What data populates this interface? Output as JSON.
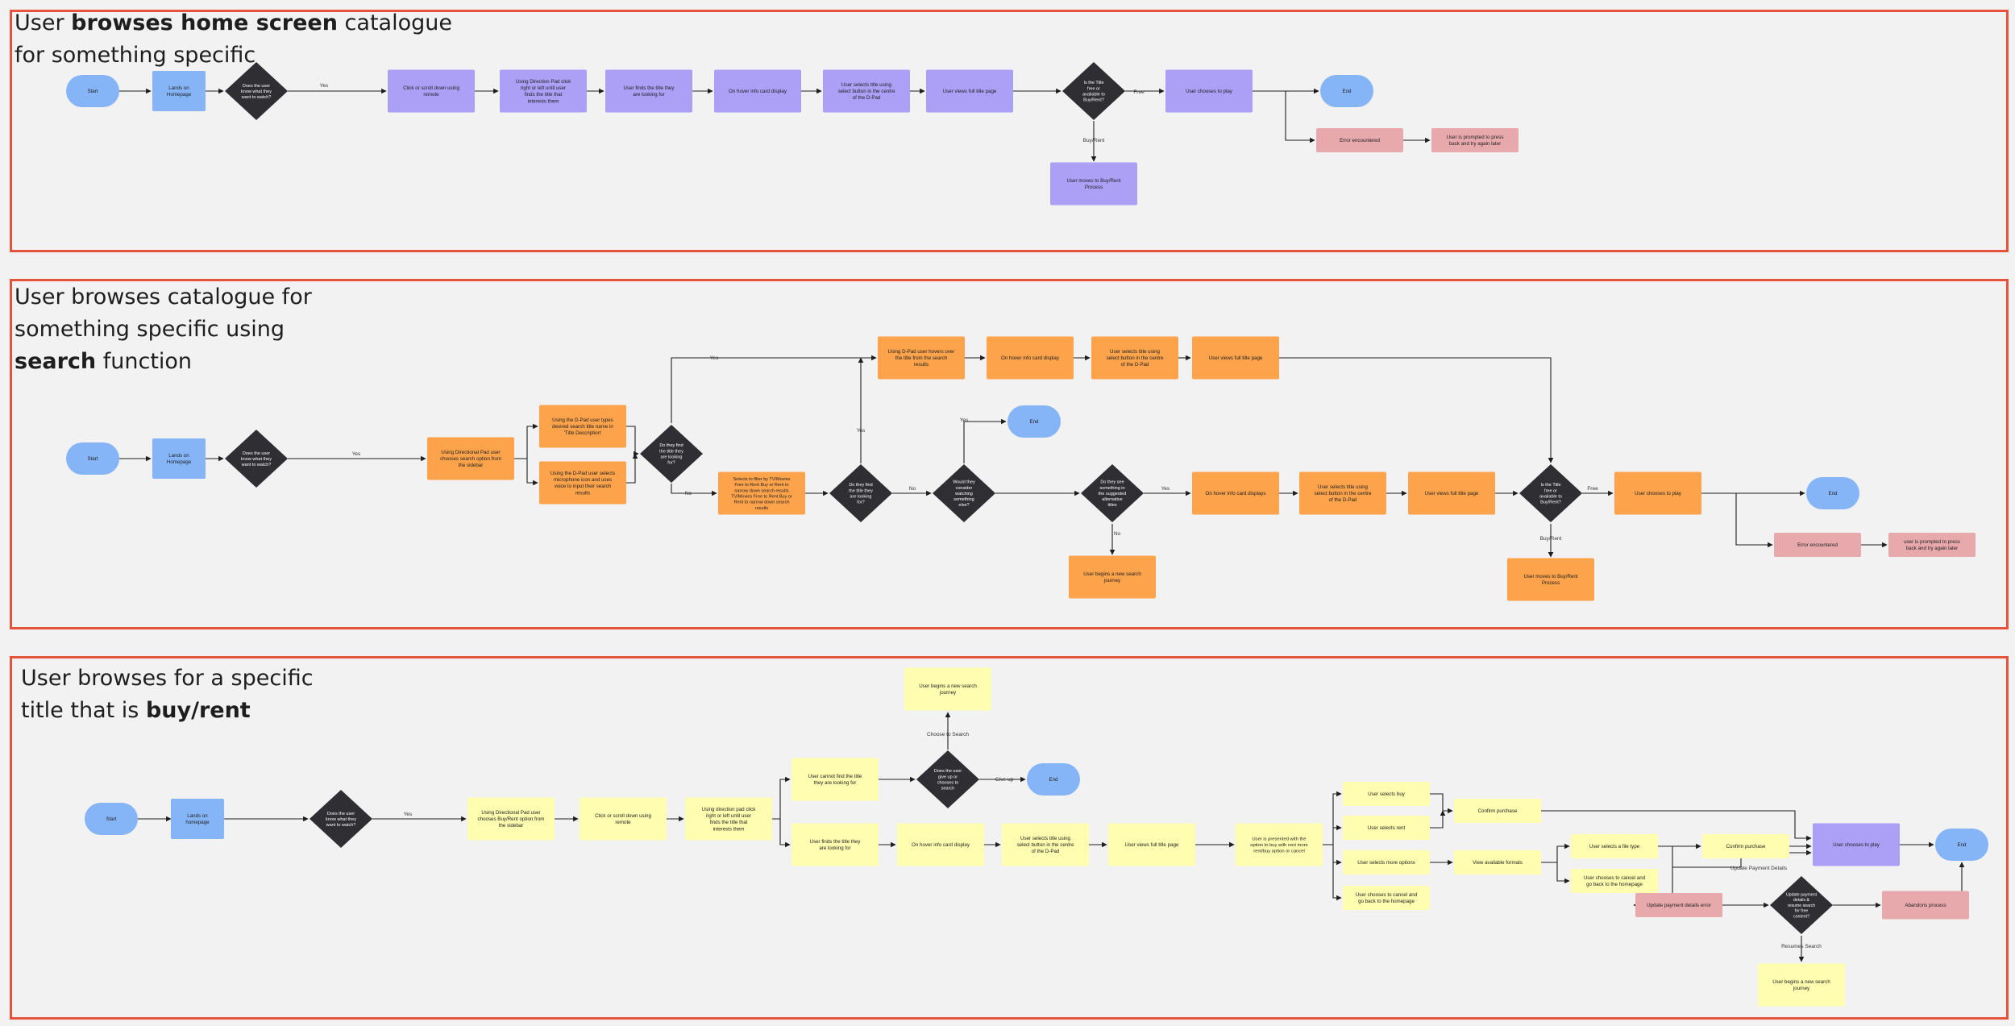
{
  "colors": {
    "frame": "#e5533d",
    "background": "#f2f2f2",
    "terminator": "#85b5f7",
    "decision": "#2e2e33",
    "purple": "#ab9ff6",
    "orange": "#fca34c",
    "yellow": "#fefdb0",
    "pink": "#e8a9ad",
    "blue_box": "#85b5f7",
    "connector": "#1e1e1e"
  },
  "sections": [
    {
      "title_lines": [
        [
          {
            "text": "User ",
            "bold": false
          },
          {
            "text": "browses home screen",
            "bold": true
          },
          {
            "text": " catalogue",
            "bold": false
          }
        ],
        [
          {
            "text": "for something specific",
            "bold": false
          }
        ]
      ]
    },
    {
      "title_lines": [
        [
          {
            "text": "User browses catalogue for",
            "bold": false
          }
        ],
        [
          {
            "text": "something specific using",
            "bold": false
          }
        ],
        [
          {
            "text": "search",
            "bold": true
          },
          {
            "text": " function",
            "bold": false
          }
        ]
      ]
    },
    {
      "title_lines": [
        [
          {
            "text": "User browses for a specific",
            "bold": false
          }
        ],
        [
          {
            "text": "title that is ",
            "bold": false
          },
          {
            "text": "buy/rent",
            "bold": true
          }
        ]
      ]
    }
  ],
  "flow1": {
    "start": "Start",
    "homepage": "Lands on Homepage",
    "q_know": "Does the user know what they want to watch?",
    "edge_yes": "Yes",
    "scroll": "Click or scroll down using remote",
    "direction": "Using Direction Pad click right or left until user finds the title that interests them",
    "finds_title": "User finds the title they are looking for",
    "info_card": "On hover info card display",
    "select_title": "User selects title using select button in the centre of the D-Pad",
    "full_page": "User views full title page",
    "q_free": "Is the Title free or available to Buy/Rent?",
    "edge_free": "Free",
    "edge_buyrent": "Buy/Rent",
    "chooses_play": "User chooses to play",
    "end": "End",
    "error": "Error encountered",
    "retry": "User is prompted to press back and try again later",
    "buy_rent": "User moves to Buy/Rent Process"
  },
  "flow2": {
    "start": "Start",
    "homepage": "Lands on Homepage",
    "q_know": "Does the user know what they want to watch?",
    "edge_yes": "Yes",
    "d_pad_search": "Using Directional Pad user chooses search option from the sidebar",
    "types_name": "Using the D-Pad user types desired search title name in 'Title Description'",
    "mic_search": "Using the D-Pad user selects microphone icon and uses voice to input their search results",
    "q_find": "Do they find the title they are looking for?",
    "edge_yes2": "Yes",
    "edge_no": "No",
    "hovers_results": "Using D-Pad user hovers over the title from the search results",
    "info_card": "On hover info card display",
    "select_title": "User selects title using select button in the centre of the D-Pad",
    "full_page": "User views full title page",
    "end_mid": "End",
    "filter": "Selects to filter by TV/Movies Free to Rent Buy or Rent to narrow down search results TV/Movies Free to Rent Buy or Rent to narrow down search results",
    "q_find2": "Do they find the title they are looking for?",
    "edge_yes3": "Yes",
    "edge_no2": "No",
    "q_consider": "Would they consider watching something else?",
    "edge_yes4": "Yes",
    "q_something": "Do they see something in the suggested alternative titles",
    "edge_yes5": "Yes",
    "edge_no3": "No",
    "new_search": "User begins a new search journey",
    "hover_info": "On hover info card displays",
    "select_title2": "User selects title using select button in the centre of the D-Pad",
    "full_page2": "User views full title page",
    "q_free": "Is the Title free or available to Buy/Rent?",
    "edge_free": "Free",
    "edge_buyrent": "Buy/Rent",
    "chooses_play": "User chooses to play",
    "end": "End",
    "error": "Error encountered",
    "retry": "user is prompted to press back and try again later",
    "buy_rent": "User moves to Buy/Rent Process"
  },
  "flow3": {
    "start": "Start",
    "homepage": "Lands on homepage",
    "q_know": "Does the user know what they want to watch?",
    "edge_yes": "Yes",
    "d_pad": "Using Directional Pad user chooses Buy/Rent option from the sidebar",
    "scroll": "Click or scroll down using remote",
    "direction": "Using direction pad click right or left until user finds the title that interests them",
    "cant_find": "User cannot find the title they are looking for",
    "q_give_up": "Does the user give up or chooses to search",
    "edge_choose": "Choose to Search",
    "edge_give_up": "Give up",
    "new_search_top": "User begins a new search journey",
    "end_top": "End",
    "finds_title": "User finds the title they are looking for",
    "hover_info": "On hover info card display",
    "select_title": "User selects title using select button in the centre of the D-Pad",
    "full_page": "User views full title page",
    "presented": "User is presented with the option to buy with rent more rent/buy option or cancel",
    "selects_buy": "User selects buy",
    "selects_rent": "User selects rent",
    "more_options": "User selects more options",
    "cancel_back": "User chooses to cancel and go back to the homepage",
    "confirm_purchase": "Confirm purchase",
    "view_formats": "View available formats",
    "selects_type": "User selects a file type",
    "cancel_back2": "User chooses to cancel and go back to the homepage",
    "confirm_purchase2": "Confirm purchase",
    "update_payment_label": "Update Payment Details",
    "chooses_play": "User chooses to play",
    "end": "End",
    "update_error": "Update payment details error",
    "q_resume": "Update payment details & resume search for free content?",
    "edge_resume": "Resumes Search",
    "abandons": "Abandons process",
    "new_search_bottom": "User begins a new search journey"
  }
}
